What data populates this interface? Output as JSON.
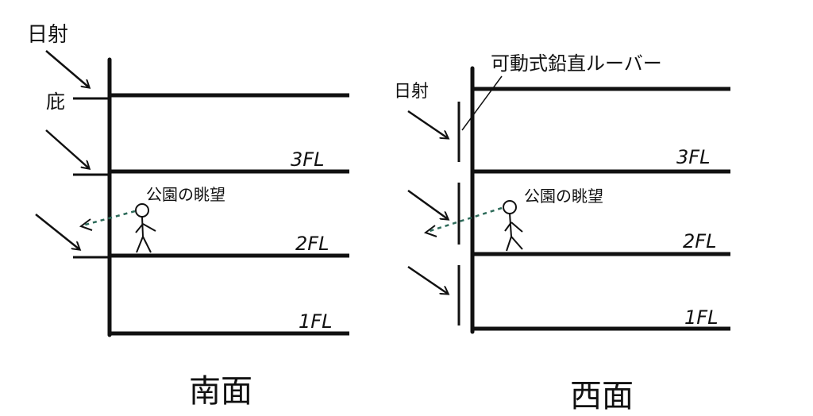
{
  "south": {
    "caption": "南面",
    "sun_label": "日射",
    "eave_label": "庇",
    "view_label": "公園の眺望",
    "floors": [
      "3FL",
      "2FL",
      "1FL"
    ]
  },
  "west": {
    "caption": "西面",
    "sun_label": "日射",
    "louver_label": "可動式鉛直ルーバー",
    "view_label": "公園の眺望",
    "floors": [
      "3FL",
      "2FL",
      "1FL"
    ]
  },
  "colors": {
    "ink": "#111111",
    "view_line": "#2d6b5a"
  }
}
